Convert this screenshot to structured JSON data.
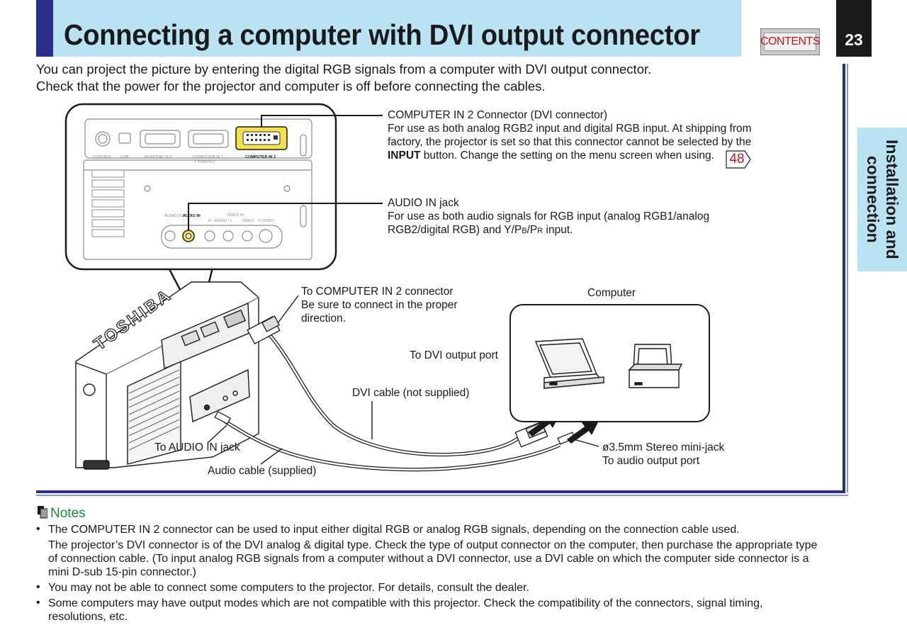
{
  "header": {
    "title": "Connecting a computer with DVI output connector",
    "contents_label": "CONTENTS",
    "page_number": "23"
  },
  "side_tab": {
    "label": "Installation and connection"
  },
  "intro": {
    "line1": "You can project the picture by entering the digital RGB signals from a computer with DVI output connector.",
    "line2": "Check that the power for the projector and computer is off before connecting the cables."
  },
  "callouts": {
    "dvi_connector": {
      "title": "COMPUTER IN 2 Connector (DVI connector)",
      "line2": "For use as both analog RGB2 input and digital RGB input. At shipping from",
      "line3": "factory, the projector is set so that this connector cannot be selected by the",
      "line4_bold": "INPUT",
      "line4_rest": " button. Change the setting on the menu screen when using.",
      "page_ref": "48"
    },
    "audio_jack": {
      "title": "AUDIO IN jack",
      "line2": "For use as both audio signals for RGB input (analog RGB1/analog",
      "line3_a": "RGB2/digital RGB) and Y/P",
      "line3_b": "B",
      "line3_c": "/P",
      "line3_d": "R",
      "line3_e": " input."
    },
    "to_computer_in2": {
      "line1": "To COMPUTER IN 2 connector",
      "line2": "Be sure to connect in the proper",
      "line3": "direction."
    },
    "computer": "Computer",
    "to_dvi_output": "To DVI output port",
    "dvi_cable": "DVI cable (not supplied)",
    "to_audio_in": "To AUDIO IN jack",
    "audio_cable": "Audio cable (supplied)",
    "mini_jack": {
      "line1": "ø3.5mm Stereo mini-jack",
      "line2": "To audio output port"
    }
  },
  "panel_labels": {
    "control": "CONTROL",
    "usb": "USB",
    "monitor_out": "MONITOR OUT",
    "computer_in1": "COMPUTER IN 1",
    "computer_in1_sub": "( Y/PB/PR )",
    "computer_in2": "COMPUTER IN 2",
    "audio_out": "AUDIO\nOUT",
    "audio_in": "AUDIO\nIN",
    "video_in": "VIDEO IN",
    "r_audio_l": "R - AUDIO - L",
    "video": "VIDEO",
    "s_video": "S-VIDEO",
    "brand": "TOSHIBA"
  },
  "notes": {
    "heading": "Notes",
    "items": [
      {
        "lines": [
          "The COMPUTER IN 2 connector can be used to input either digital RGB or analog RGB signals, depending on the connection cable used.",
          "The projector’s DVI connector is of the DVI analog & digital type. Check the type of output connector on the computer, then purchase the appropriate type",
          "of connection cable.  (To input analog RGB signals from a computer without a DVI connector, use a DVI cable on which the computer side connector is a",
          "mini D-sub 15-pin connector.)"
        ]
      },
      {
        "lines": [
          "You may not be able to connect some computers to the projector. For details, consult the dealer."
        ]
      },
      {
        "lines": [
          "Some computers may have output modes which are not compatible with this projector. Check the compatibility of the connectors, signal timing,",
          "resolutions, etc."
        ]
      }
    ]
  },
  "colors": {
    "header_band": "#b9e3f3",
    "navy": "#2a2f8a",
    "accent_red": "#c4161c",
    "notes_green": "#1d8a3a",
    "highlight_yellow": "#f4e04d"
  }
}
